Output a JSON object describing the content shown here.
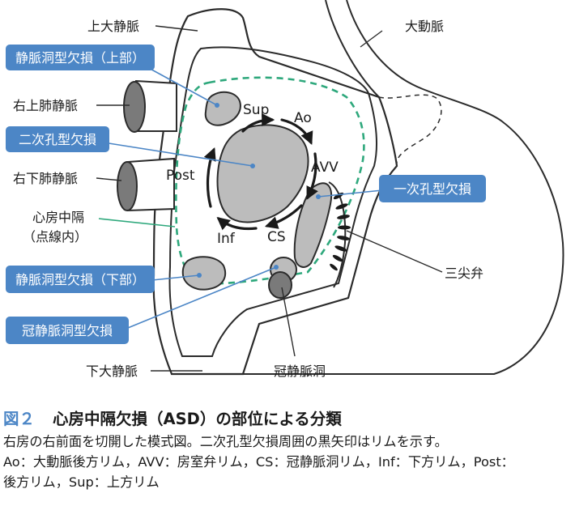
{
  "colors": {
    "tissue": "#bcbcbc",
    "dark_vessel": "#7a7a7a",
    "outline": "#2b2b2b",
    "septum_line": "#2ea87c",
    "label_box": "#4c86c6",
    "label_text": "#ffffff",
    "pointer_line": "#4c86c6",
    "caption_accent": "#4c86c6"
  },
  "labels": {
    "svc": "上大静脈",
    "aorta": "大動脈",
    "rupv": "右上肺静脈",
    "rlpv": "右下肺静脈",
    "septum": "心房中隔",
    "septum_sub": "（点線内）",
    "ivc": "下大静脈",
    "tricuspid": "三尖弁",
    "cs_ostium": "冠静脈洞"
  },
  "defect_boxes": {
    "sinus_venosus_upper": "静脈洞型欠損（上部）",
    "secundum": "二次孔型欠損",
    "primum": "一次孔型欠損",
    "sinus_venosus_lower": "静脈洞型欠損（下部）",
    "coronary_sinus": "冠静脈洞型欠損"
  },
  "rims": {
    "sup": "Sup",
    "ao": "Ao",
    "avv": "AVV",
    "post": "Post",
    "inf": "Inf",
    "cs": "CS"
  },
  "caption": {
    "figure_number": "図２",
    "title": "心房中隔欠損（ASD）の部位による分類",
    "line1": "右房の右前面を切開した模式図。二次孔型欠損周囲の黒矢印はリムを示す。",
    "line2": "Ao：大動脈後方リム，AVV：房室弁リム，CS：冠静脈洞リム，Inf：下方リム，Post：",
    "line3": "後方リム，Sup：上方リム"
  }
}
